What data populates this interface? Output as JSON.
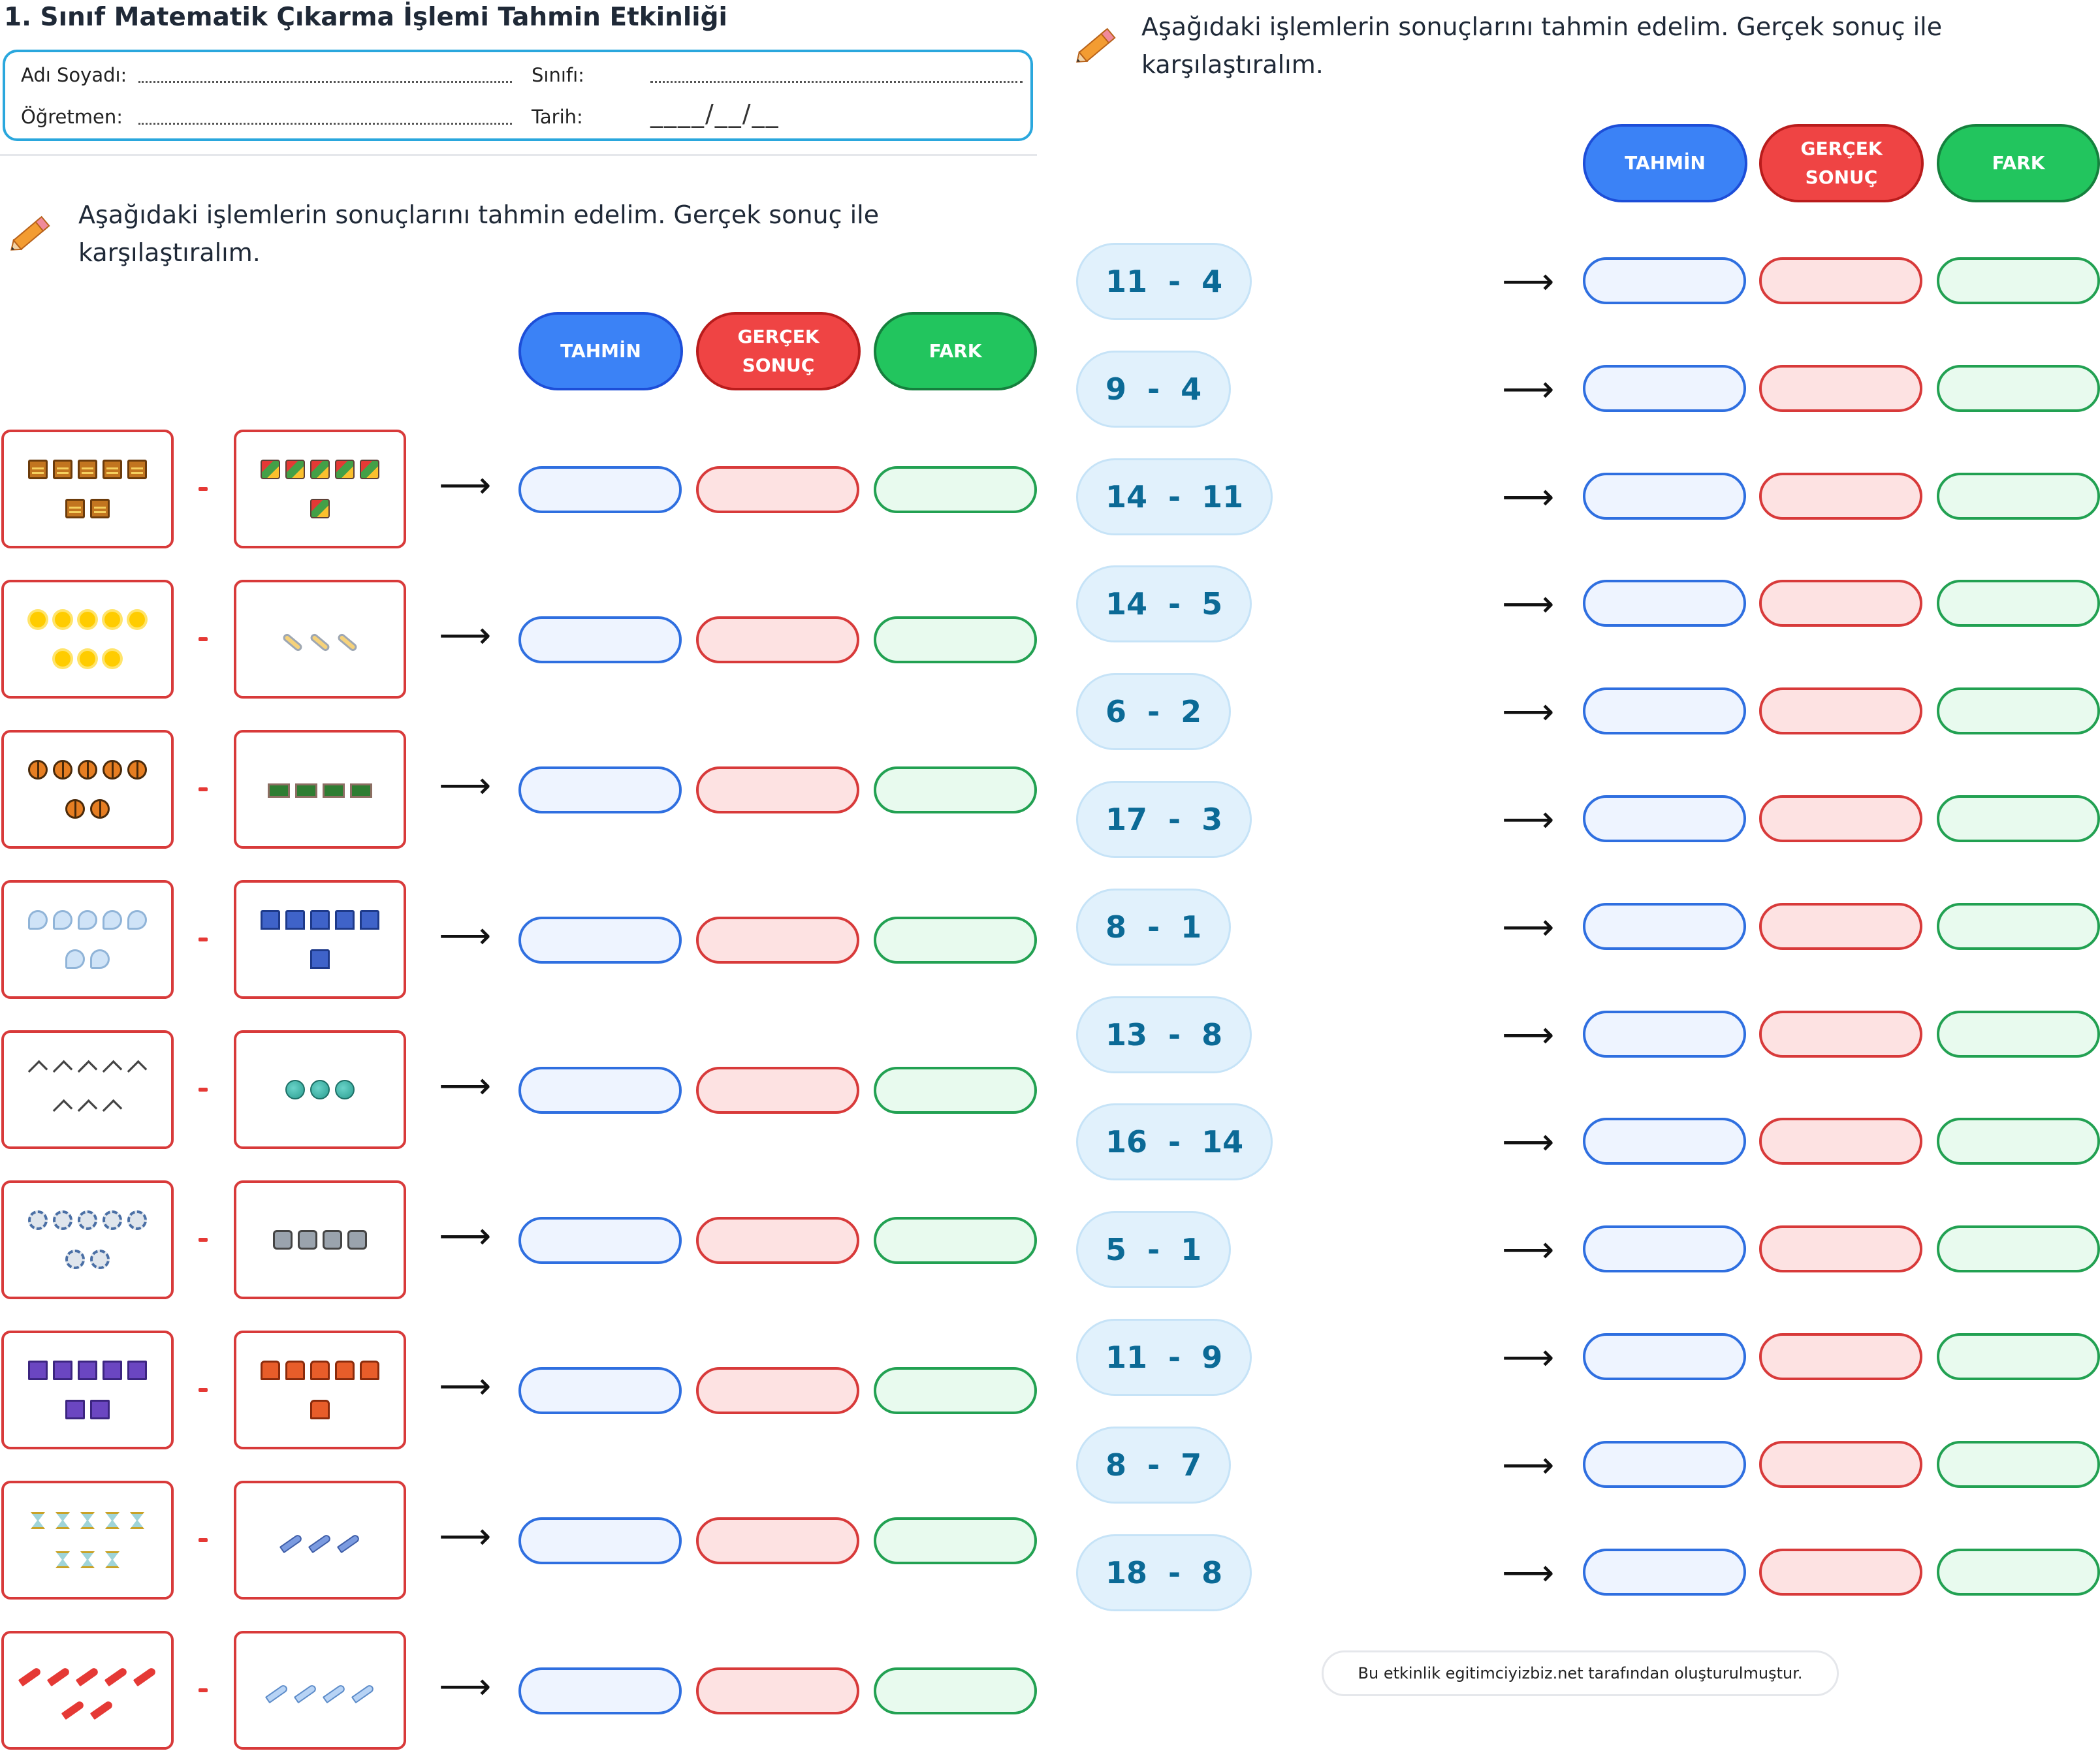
{
  "title": "1. Sınıf Matematik Çıkarma İşlemi Tahmin Etkinliği",
  "info": {
    "name_label": "Adı Soyadı:",
    "class_label": "Sınıfı:",
    "teacher_label": "Öğretmen:",
    "date_label": "Tarih:",
    "date_placeholder": "____/__/__"
  },
  "instruction": "Aşağıdaki işlemlerin sonuçlarını tahmin edelim. Gerçek sonuç ile karşılaştıralım.",
  "headers": {
    "estimate": "TAHMİN",
    "actual_line1": "GERÇEK",
    "actual_line2": "SONUÇ",
    "difference": "FARK"
  },
  "minus": "-",
  "arrow": "⟶",
  "picture_rows": [
    {
      "left_icon": "abacus-icon",
      "left_count": 7,
      "right_icon": "toy-cube-icon",
      "right_count": 6
    },
    {
      "left_icon": "sun-icon",
      "left_count": 8,
      "right_icon": "safety-pin-icon",
      "right_count": 3
    },
    {
      "left_icon": "basketball-icon",
      "left_count": 7,
      "right_icon": "chalkboard-icon",
      "right_count": 4
    },
    {
      "left_icon": "balloon-icon",
      "left_count": 7,
      "right_icon": "school-chair-icon",
      "right_count": 6
    },
    {
      "left_icon": "tongs-icon",
      "left_count": 8,
      "right_icon": "globe-icon",
      "right_count": 3
    },
    {
      "left_icon": "gear-icon",
      "left_count": 7,
      "right_icon": "robot-icon",
      "right_count": 4
    },
    {
      "left_icon": "book-icon",
      "left_count": 7,
      "right_icon": "school-bus-icon",
      "right_count": 6
    },
    {
      "left_icon": "hourglass-icon",
      "left_count": 8,
      "right_icon": "pen-icon",
      "right_count": 3
    },
    {
      "left_icon": "red-crayon-icon",
      "left_count": 7,
      "right_icon": "blue-crayon-icon",
      "right_count": 4
    }
  ],
  "expressions": [
    "11  -  4",
    "9  -  4",
    "14  -  11",
    "14  -  5",
    "6  -  2",
    "17  -  3",
    "8  -  1",
    "13  -  8",
    "16  -  14",
    "5  -  1",
    "11  -  9",
    "8  -  7",
    "18  -  8"
  ],
  "footer": "Bu etkinlik egitimciyizbiz.net tarafından oluşturulmuştur.",
  "colors": {
    "estimate": "#3b82f6",
    "actual": "#ef4444",
    "difference": "#22c55e",
    "border_accent": "#2aa7dd",
    "expr_text": "#0b6a96"
  }
}
